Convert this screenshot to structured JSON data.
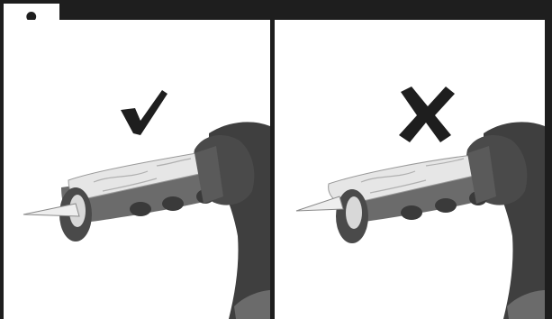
{
  "info_icon": {
    "glyph": "i",
    "icon_name": "info-icon"
  },
  "panels": [
    {
      "id": "correct",
      "verdict_icon": "checkmark-icon",
      "illustration": "caulking-gun-cartridge-correct"
    },
    {
      "id": "incorrect",
      "verdict_icon": "cross-icon",
      "illustration": "caulking-gun-cartridge-incorrect"
    }
  ],
  "colors": {
    "frame": "#1e1e1e",
    "tool_dark": "#3f3f3f",
    "tool_mid": "#6b6b6b",
    "cartridge": "#e6e6e6"
  }
}
